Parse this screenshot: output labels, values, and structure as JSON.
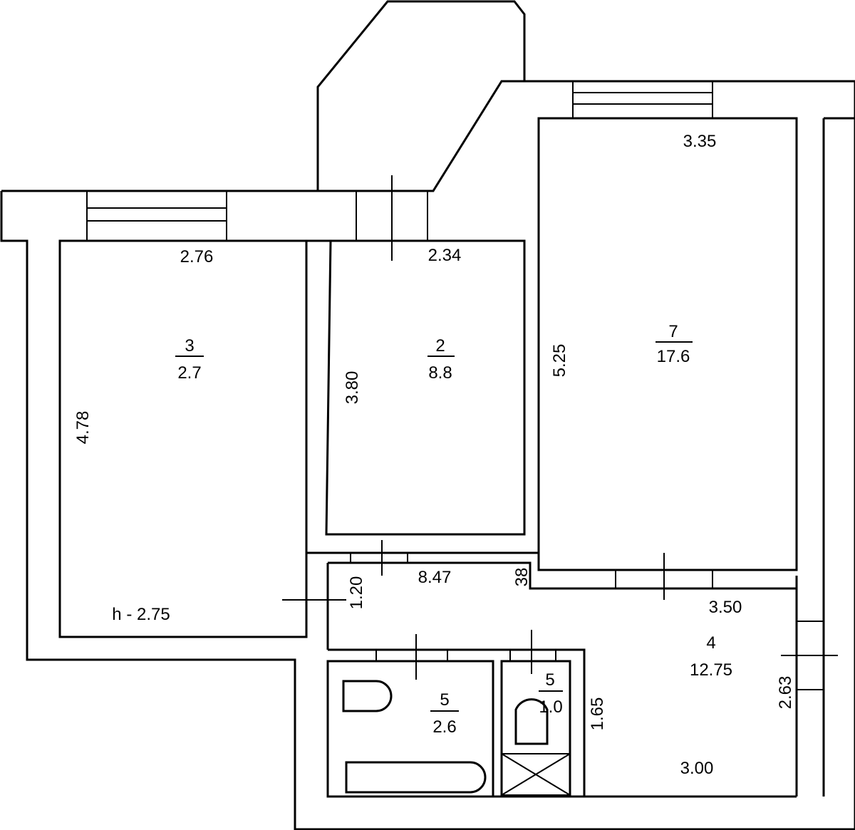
{
  "rooms": [
    {
      "number": "3",
      "area": "2.7",
      "width": "2.76",
      "length": "4.78"
    },
    {
      "number": "2",
      "area": "8.8",
      "width": "2.34",
      "length": "3.80"
    },
    {
      "number": "7",
      "area": "17.6",
      "width": "3.35",
      "length": "5.25"
    },
    {
      "number": "4",
      "area": "12.75",
      "width": "8.47",
      "width2": "3.50",
      "width3": "3.00",
      "length": "1.20",
      "length2": "38",
      "length3": "2.63"
    },
    {
      "number": "5",
      "area": "2.6"
    },
    {
      "number": "5",
      "area": "1.0",
      "length": "1.65"
    }
  ],
  "ceiling_height": "h - 2.75",
  "colors": {
    "line": "#000000",
    "background": "#ffffff"
  }
}
